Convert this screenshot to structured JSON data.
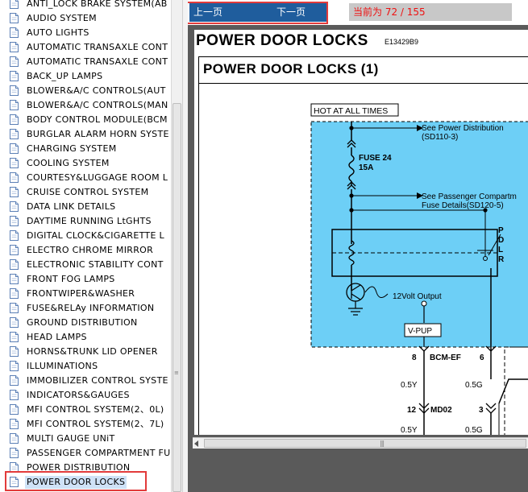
{
  "tree": {
    "items": [
      {
        "label": "ANTI_LOCK BRAKE SYSTEM(AB"
      },
      {
        "label": "AUDIO SYSTEM"
      },
      {
        "label": "AUTO LIGHTS"
      },
      {
        "label": "AUTOMATIC TRANSAXLE CONT"
      },
      {
        "label": "AUTOMATIC TRANSAXLE CONT"
      },
      {
        "label": "BACK_UP LAMPS"
      },
      {
        "label": "BLOWER&A/C CONTROLS(AUT"
      },
      {
        "label": "BLOWER&A/C CONTROLS(MAN"
      },
      {
        "label": "BODY CONTROL MODULE(BCM"
      },
      {
        "label": "BURGLAR ALARM HORN SYSTE"
      },
      {
        "label": "CHARGING SYSTEM"
      },
      {
        "label": "COOLING SYSTEM"
      },
      {
        "label": "COURTESY&LUGGAGE ROOM L"
      },
      {
        "label": "CRUISE CONTROL SYSTEM"
      },
      {
        "label": "DATA LINK DETAILS"
      },
      {
        "label": "DAYTIME RUNNING LtGHTS"
      },
      {
        "label": "DIGITAL CLOCK&CIGARETTE L"
      },
      {
        "label": "ELECTRO CHROME MIRROR"
      },
      {
        "label": "ELECTRONIC STABILITY CONT"
      },
      {
        "label": "FRONT FOG LAMPS"
      },
      {
        "label": "FRONTWIPER&WASHER"
      },
      {
        "label": "FUSE&RELAy INFORMATION"
      },
      {
        "label": "GROUND DISTRIBUTION"
      },
      {
        "label": "HEAD LAMPS"
      },
      {
        "label": "HORNS&TRUNK LID OPENER"
      },
      {
        "label": "ILLUMINATIONS"
      },
      {
        "label": "IMMOBILIZER CONTROL SYSTE"
      },
      {
        "label": "INDICATORS&GAUGES"
      },
      {
        "label": "MFI CONTROL SYSTEM(2、0L)"
      },
      {
        "label": "MFI CONTROL SYSTEM(2、7L)"
      },
      {
        "label": "MULTI GAUGE UNiT"
      },
      {
        "label": "PASSENGER COMPARTMENT FU"
      },
      {
        "label": "POWER DISTRIBUTION"
      },
      {
        "label": "POWER DOOR LOCKS"
      }
    ],
    "selected_index": 33
  },
  "nav": {
    "prev_label": "上一页",
    "next_label": "下一页",
    "page_info": "当前为 72 / 155"
  },
  "document": {
    "title": "POWER DOOR LOCKS",
    "code": "E13429B9",
    "subtitle": "POWER DOOR LOCKS (1)",
    "diagram": {
      "hot_label": "HOT AT ALL TIMES",
      "see_power_1": "See Power Distribution",
      "see_power_2": "(SD110-3)",
      "fuse_1": "FUSE 24",
      "fuse_2": "15A",
      "see_pass_1": "See Passenger Compartm",
      "see_pass_2": "Fuse Details(SD120-5)",
      "module_p": "P",
      "module_d": "D",
      "module_l": "L",
      "module_r": "R",
      "output_label": "12Volt Output",
      "vpup_label": "V-PUP",
      "pin_8": "8",
      "bcm_label": "BCM-EF",
      "pin_6": "6",
      "wire_05y_a": "0.5Y",
      "wire_05g_a": "0.5G",
      "pin_12": "12",
      "md02_label": "MD02",
      "pin_3": "3",
      "wire_05y_b": "0.5Y",
      "wire_05g_b": "0.5G"
    }
  },
  "colors": {
    "diagram_fill": "#6dcff6",
    "nav_blue": "#1f5d9d",
    "highlight_red": "#e23b3b",
    "page_info_red": "#ee1111"
  }
}
